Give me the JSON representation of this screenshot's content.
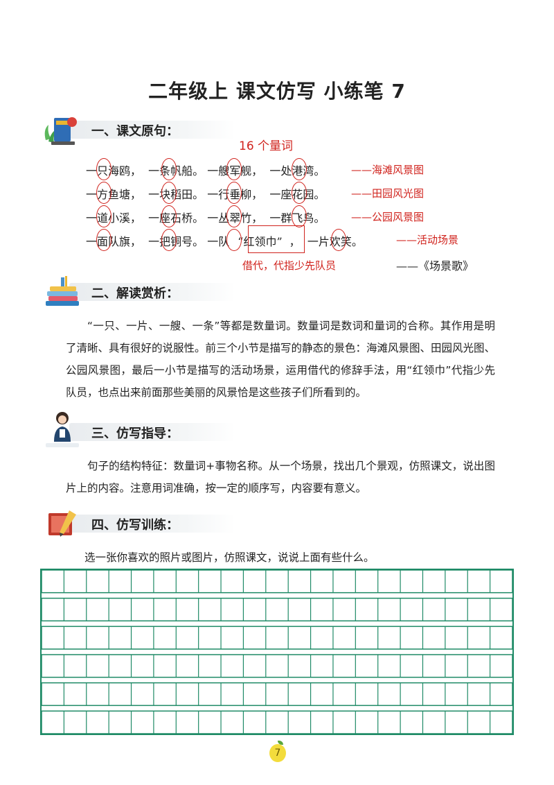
{
  "title": "二年级上  课文仿写  小练笔 7",
  "sections": {
    "s1": {
      "label": "一、课文原句："
    },
    "s2": {
      "label": "二、解读赏析："
    },
    "s3": {
      "label": "三、仿写指导："
    },
    "s4": {
      "label": "四、仿写训练："
    }
  },
  "original": {
    "note_top": "16 个量词",
    "lines": [
      "一只海鸥，  一条帆船。 一艘军舰，  一处港湾。",
      "一方鱼塘，  一块稻田。 一行垂柳，  一座花园。",
      "一道小溪，  一座石桥。 一丛翠竹，  一群飞鸟。",
      "一面队旗，  一把铜号。 一队"
    ],
    "line4_quote": "“红领巾”",
    "line4_tail": "，  一片欢笑。",
    "scenes": [
      "——海滩风景图",
      "——田园风光图",
      "——公园风景图",
      "——活动场景"
    ],
    "note_bottom": "借代，代指少先队员",
    "source": "——《场景歌》"
  },
  "analysis": {
    "text": "“一只、一片、一艘、一条”等都是数量词。数量词是数词和量词的合称。其作用是明了清晰、具有很好的说服性。前三个小节是描写的静态的景色：海滩风景图、田园风光图、公园风景图，最后一小节是描写的活动场景，运用借代的修辞手法，用“红领巾”代指少先队员，也点出来前面那些美丽的风景恰是这些孩子们所看到的。"
  },
  "guide": {
    "text": "句子的结构特征：数量词+事物名称。从一个场景，找出几个景观，仿照课文，说出图片上的内容。注意用词准确，按一定的顺序写，内容要有意义。"
  },
  "practice": {
    "prompt": "选一张你喜欢的照片或图片，仿照课文，说说上面有些什么。",
    "grid": {
      "rows": 6,
      "cols": 21
    }
  },
  "page_number": "7",
  "colors": {
    "accent_red": "#d0221c",
    "grid_green": "#1e8a66"
  }
}
